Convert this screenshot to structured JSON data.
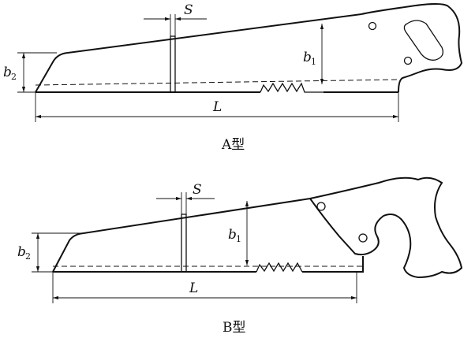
{
  "figure": {
    "saw_a": {
      "caption": "A型",
      "label_thickness": "S",
      "label_height_back": "b",
      "label_height_back_sub": "1",
      "label_height_tip": "b",
      "label_height_tip_sub": "2",
      "label_length": "L"
    },
    "saw_b": {
      "caption": "B型",
      "label_thickness": "S",
      "label_height_back": "b",
      "label_height_back_sub": "1",
      "label_height_tip": "b",
      "label_height_tip_sub": "2",
      "label_length": "L"
    }
  }
}
